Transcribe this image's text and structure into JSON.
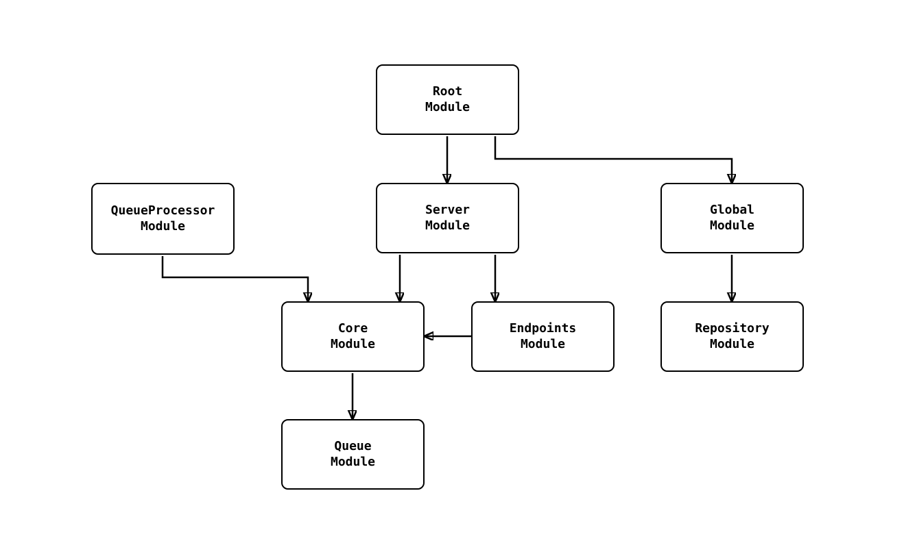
{
  "diagram": {
    "type": "module-dependency-diagram",
    "colors": {
      "background": "#ffffff",
      "node_fill": "#ffffff",
      "node_border": "#000000",
      "edge": "#000000",
      "text": "#000000"
    },
    "nodes": {
      "root": {
        "label": "Root\nModule"
      },
      "server": {
        "label": "Server\nModule"
      },
      "queueprocessor": {
        "label": "QueueProcessor\nModule"
      },
      "global": {
        "label": "Global\nModule"
      },
      "core": {
        "label": "Core\nModule"
      },
      "endpoints": {
        "label": "Endpoints\nModule"
      },
      "repository": {
        "label": "Repository\nModule"
      },
      "queue": {
        "label": "Queue\nModule"
      }
    },
    "edges": [
      {
        "from": "Root Module",
        "to": "Server Module"
      },
      {
        "from": "Root Module",
        "to": "Global Module"
      },
      {
        "from": "QueueProcessor Module",
        "to": "Core Module"
      },
      {
        "from": "Server Module",
        "to": "Core Module"
      },
      {
        "from": "Server Module",
        "to": "Endpoints Module"
      },
      {
        "from": "Endpoints Module",
        "to": "Core Module"
      },
      {
        "from": "Global Module",
        "to": "Repository Module"
      },
      {
        "from": "Core Module",
        "to": "Queue Module"
      }
    ]
  }
}
